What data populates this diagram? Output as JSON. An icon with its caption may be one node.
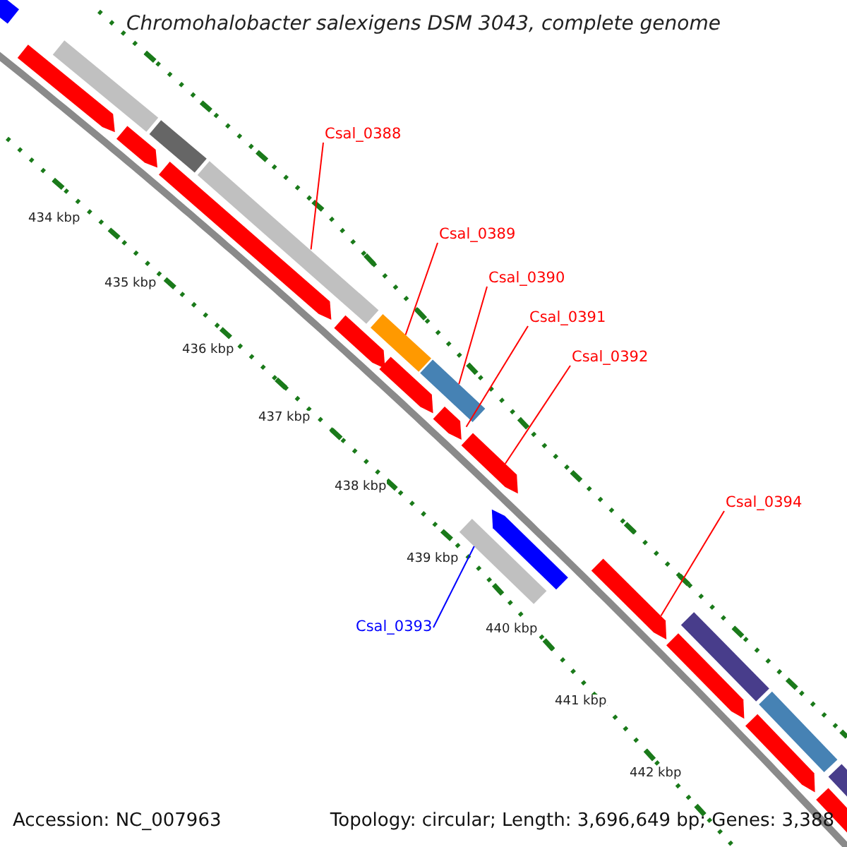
{
  "diagram": {
    "title": "Chromohalobacter salexigens DSM 3043, complete genome",
    "nodes": [
      {
        "text": [
          "Csal_0388"
        ]
      },
      {
        "text": [
          "Csal_0389"
        ]
      },
      {
        "text": [
          "Csal_0390"
        ]
      },
      {
        "text": [
          "Csal_0391"
        ]
      },
      {
        "text": [
          "Csal_0392"
        ]
      },
      {
        "text": [
          "Csal_0394"
        ]
      },
      {
        "text": [
          "Csal_0393"
        ]
      },
      {
        "text": [],
        "shape": "bar"
      },
      {
        "text": [],
        "shape": "arrow"
      },
      {
        "text": [],
        "shape": "arrow"
      },
      {
        "text": [],
        "shape": "arrow"
      },
      {
        "text": [],
        "shape": "arrow"
      },
      {
        "text": [],
        "shape": "arrow"
      },
      {
        "text": [],
        "shape": "arrow"
      },
      {
        "text": [],
        "shape": "arrow"
      },
      {
        "text": [],
        "shape": "arrow"
      },
      {
        "text": [],
        "shape": "arrow"
      },
      {
        "text": [],
        "shape": "arrow"
      },
      {
        "text": [],
        "shape": "arrow"
      },
      {
        "text": [],
        "shape": "bar"
      },
      {
        "text": [],
        "shape": "bar"
      },
      {
        "text": [],
        "shape": "bar"
      },
      {
        "text": [],
        "shape": "bar"
      },
      {
        "text": [],
        "shape": "bar"
      },
      {
        "text": [],
        "shape": "bar"
      },
      {
        "text": [],
        "shape": "bar"
      },
      {
        "text": [],
        "shape": "bar"
      },
      {
        "text": [],
        "shape": "arrow"
      },
      {
        "text": [],
        "shape": "bar"
      }
    ],
    "edges": [
      {
        "from": 0,
        "to": 21,
        "arrow": "none"
      },
      {
        "from": 1,
        "to": 22,
        "arrow": "none"
      },
      {
        "from": 2,
        "to": 23,
        "arrow": "none"
      },
      {
        "from": 3,
        "to": 13,
        "arrow": "none"
      },
      {
        "from": 4,
        "to": 14,
        "arrow": "none"
      },
      {
        "from": 5,
        "to": 15,
        "arrow": "none"
      },
      {
        "from": 6,
        "to": 28,
        "arrow": "none",
        "color": "#0000ff"
      }
    ],
    "labels": [
      "434 kbp",
      "435 kbp",
      "436 kbp",
      "437 kbp",
      "438 kbp",
      "439 kbp",
      "440 kbp",
      "441 kbp",
      "442 kbp",
      "Accession: NC_007963",
      "Topology: circular; Length: 3,696,649 bp; Genes: 3,388"
    ]
  }
}
